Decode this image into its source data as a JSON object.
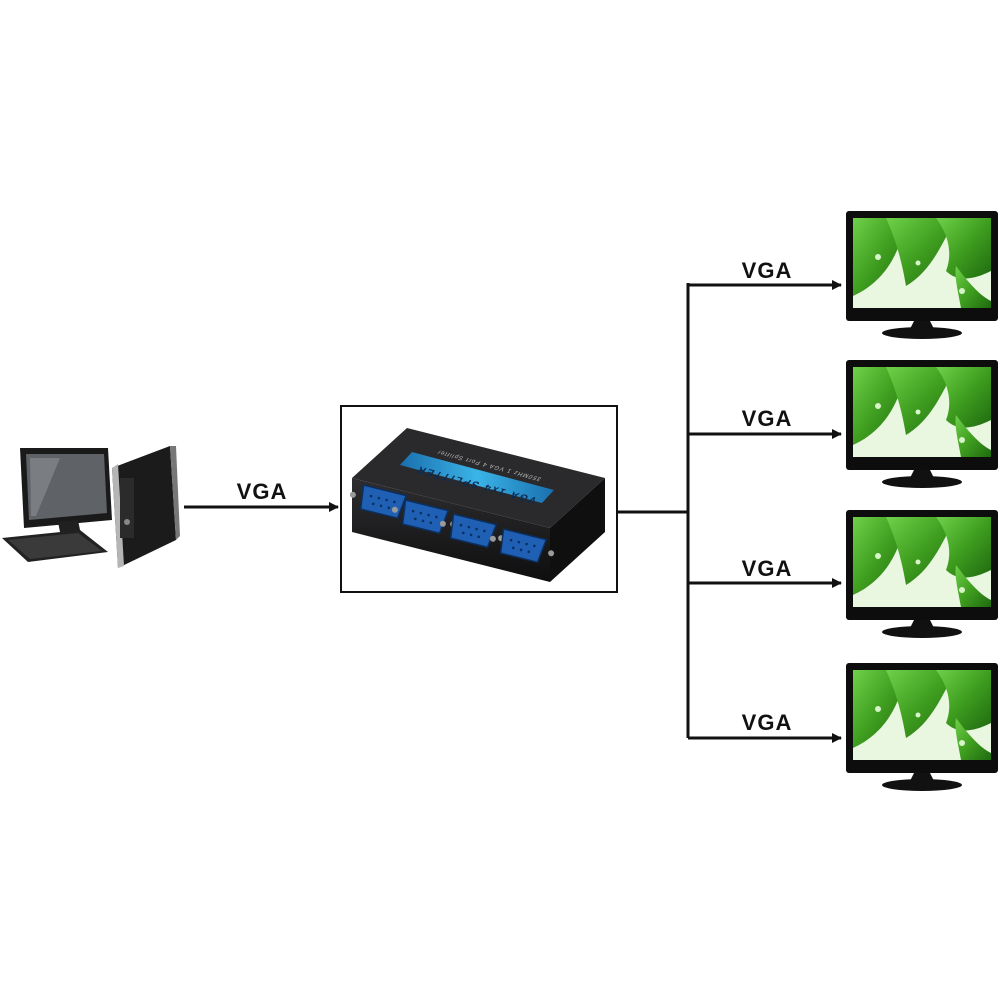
{
  "connections": {
    "input_label": "VGA",
    "output_labels": [
      "VGA",
      "VGA",
      "VGA",
      "VGA"
    ]
  },
  "splitter": {
    "panel_text": "VGA 1x4 SPLITTER",
    "sub_text": "350MHz 1 VGA 4 Port Splitter"
  },
  "colors": {
    "line": "#111111",
    "device_body": "#1c1c1e",
    "vga_port": "#1f5fb4",
    "label_band": "#2fa3d6",
    "screen_green": "#3f9e1f"
  },
  "icons": [
    "desktop-computer-icon",
    "vga-splitter-icon",
    "monitor-icon"
  ]
}
